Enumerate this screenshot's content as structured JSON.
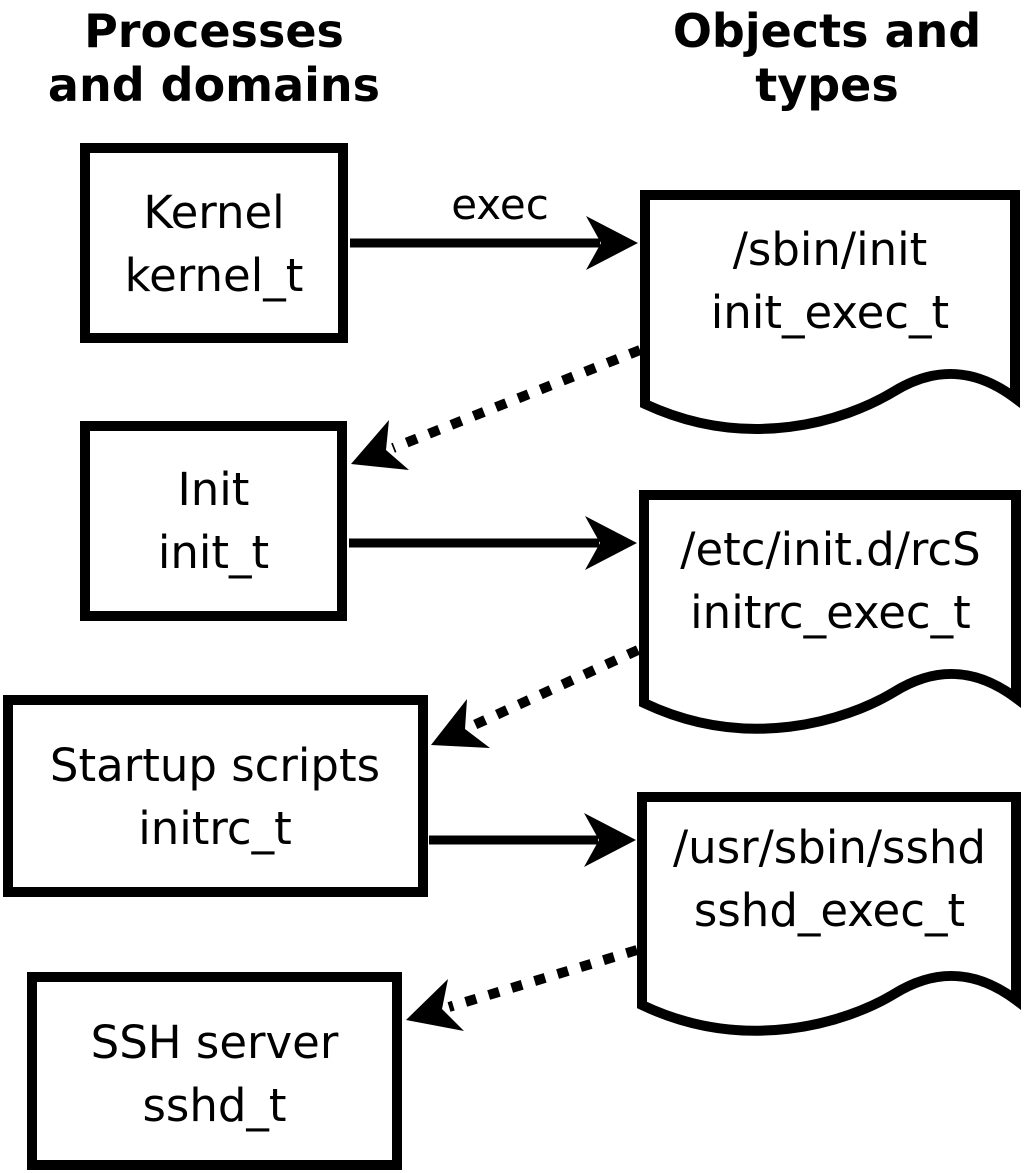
{
  "columns": {
    "left_title_line1": "Processes",
    "left_title_line2": "and domains",
    "right_title_line1": "Objects and",
    "right_title_line2": "types"
  },
  "domains": [
    {
      "name": "Kernel",
      "type": "kernel_t"
    },
    {
      "name": "Init",
      "type": "init_t"
    },
    {
      "name": "Startup scripts",
      "type": "initrc_t"
    },
    {
      "name": "SSH server",
      "type": "sshd_t"
    }
  ],
  "objects": [
    {
      "path": "/sbin/init",
      "type": "init_exec_t"
    },
    {
      "path": "/etc/init.d/rcS",
      "type": "initrc_exec_t"
    },
    {
      "path": "/usr/sbin/sshd",
      "type": "sshd_exec_t"
    }
  ],
  "edge_label": "exec",
  "edges": [
    {
      "from": "kernel_t",
      "to": "init_exec_t",
      "style": "solid",
      "label": "exec"
    },
    {
      "from": "init_exec_t",
      "to": "init_t",
      "style": "dotted",
      "label": ""
    },
    {
      "from": "init_t",
      "to": "initrc_exec_t",
      "style": "solid",
      "label": ""
    },
    {
      "from": "initrc_exec_t",
      "to": "initrc_t",
      "style": "dotted",
      "label": ""
    },
    {
      "from": "initrc_t",
      "to": "sshd_exec_t",
      "style": "solid",
      "label": ""
    },
    {
      "from": "sshd_exec_t",
      "to": "sshd_t",
      "style": "dotted",
      "label": ""
    }
  ],
  "colors": {
    "stroke": "#000000",
    "background": "#ffffff"
  }
}
